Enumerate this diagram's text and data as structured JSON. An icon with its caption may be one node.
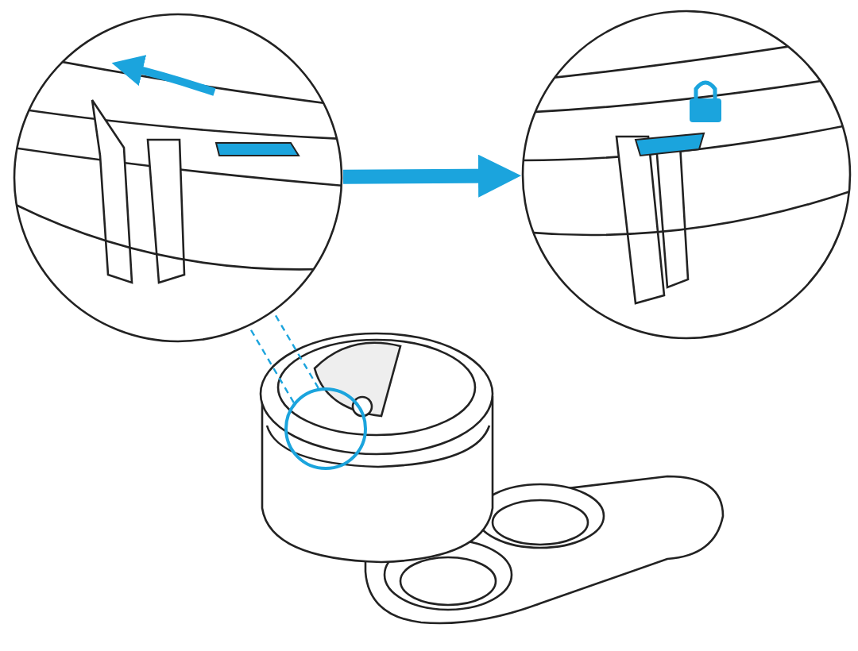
{
  "diagram": {
    "nodes": [
      {
        "text": [],
        "shape": "circle"
      },
      {
        "text": [],
        "shape": "circle"
      },
      {
        "text": [],
        "shape": "circle"
      }
    ],
    "edges": [
      {
        "from": 0,
        "to": 1,
        "arrow": "to",
        "style": "thick"
      },
      {
        "from": 2,
        "to": 0,
        "arrow": "none",
        "style": "dashed"
      },
      {
        "from": 2,
        "to": 0,
        "arrow": "none",
        "style": "dashed"
      }
    ]
  }
}
